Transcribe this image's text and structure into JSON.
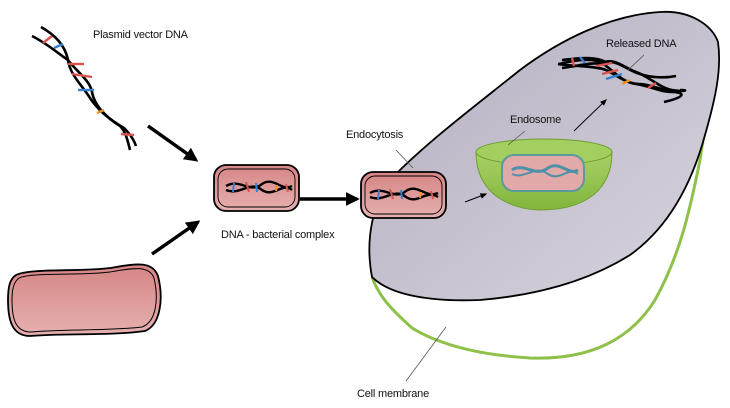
{
  "title": "Bacterial DNA delivery via endocytosis",
  "labels": {
    "plasmid": "Plasmid vector DNA",
    "complex": "DNA - bacterial complex",
    "endocytosis": "Endocytosis",
    "endosome": "Endosome",
    "released": "Released DNA",
    "membrane": "Cell membrane"
  },
  "colors": {
    "bacterium_fill": "#d98f8f",
    "bacterium_fill_light": "#e8b2b2",
    "cell_fill": "#b8b3c2",
    "cell_fill_light": "#d4d0da",
    "membrane": "#8fc04a",
    "endosome": "#8cbf46",
    "endosome_light": "#a9d36a",
    "dna_strand": "#000000",
    "base_red": "#d9534f",
    "base_blue": "#3a7fd0",
    "base_orange": "#f0922a",
    "faded_dna": "#4f8fa8"
  }
}
